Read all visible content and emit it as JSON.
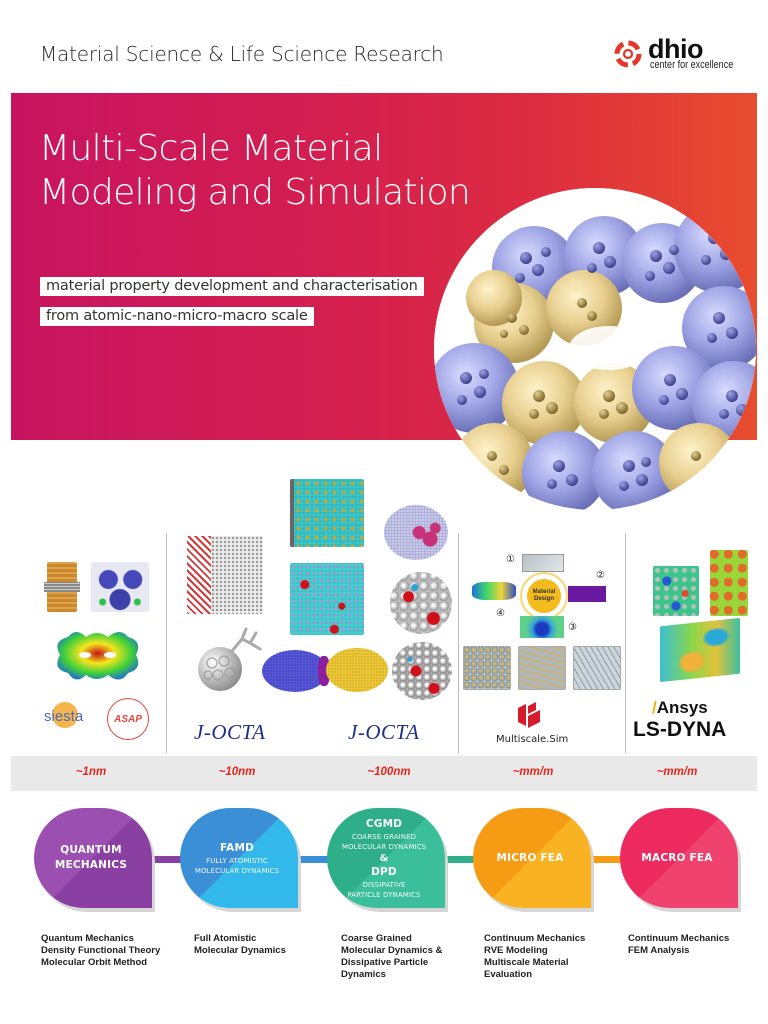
{
  "header": {
    "title": "Material Science & Life Science Research",
    "logo": {
      "wordmark": "dhio",
      "tagline": "center for excellence",
      "icon": "dhio-target-icon",
      "color": "#e8352a"
    }
  },
  "hero": {
    "title_line1": "Multi-Scale Material",
    "title_line2": "Modeling and Simulation",
    "tag1": "material property development and characterisation",
    "tag2": "from atomic-nano-micro-macro scale",
    "gradient": [
      "#c8145f",
      "#e84d2e"
    ],
    "image": "coarse-grained-molecular-spheres"
  },
  "tools": [
    {
      "scale": "quantum",
      "images": [
        "layered-crystal-structure",
        "electron-density-lattice",
        "molecular-orbital-surface"
      ],
      "logos": [
        "siesta",
        "ASAP"
      ]
    },
    {
      "scale": "atomistic",
      "images": [
        "interface-atomistic-model",
        "fullerene-molecule"
      ],
      "logos": [
        "J-OCTA"
      ]
    },
    {
      "scale": "mesoscale",
      "images": [
        "cgmd-cube-cyan",
        "dpd-cube-cyan",
        "polymer-cluster",
        "bead-sphere-1",
        "bead-sphere-2",
        "micelle-collision"
      ],
      "logos": [
        "J-OCTA"
      ]
    },
    {
      "scale": "micro",
      "images": [
        "material-design-cycle",
        "composite-rve-1",
        "composite-rve-2",
        "composite-rve-3"
      ],
      "cycle_center": "Material Design",
      "cycle_steps": [
        "①",
        "②",
        "③",
        "④"
      ],
      "logos": [
        "Multiscale.Sim"
      ]
    },
    {
      "scale": "macro",
      "images": [
        "fea-block-1",
        "fea-block-2",
        "fea-beam"
      ],
      "logos": [
        "Ansys",
        "LS-DYNA"
      ]
    }
  ],
  "scale_band": {
    "labels": [
      "~1nm",
      "~10nm",
      "~100nm",
      "~mm/m",
      "~mm/m"
    ],
    "color": "#e5241b"
  },
  "timeline": [
    {
      "title": "QUANTUM\nMECHANICS",
      "line1": "QUANTUM",
      "line2": "MECHANICS",
      "color_light": "#9b4fb0",
      "color_dark": "#8a3fa3"
    },
    {
      "title": "FAMD",
      "sub1": "FULLY ATOMISTIC",
      "sub2": "MOLECULAR DYNAMICS",
      "color_light": "#33b8ec",
      "color_dark": "#3a8fd6"
    },
    {
      "title": "CGMD",
      "sub1": "COARSE GRAINED",
      "sub2": "MOLECULAR DYNAMICS",
      "amp": "&",
      "title2": "DPD",
      "sub3": "DISSIPATIVE",
      "sub4": "PARTICLE DYNAMICS",
      "color_light": "#3bbf9a",
      "color_dark": "#2fae8a"
    },
    {
      "title": "MICRO FEA",
      "color_light": "#f9b322",
      "color_dark": "#f59c14"
    },
    {
      "title": "MACRO FEA",
      "color_light": "#f0426f",
      "color_dark": "#ec2a60"
    }
  ],
  "descriptions": [
    [
      "Quantum Mechanics",
      "Density Functional Theory",
      "Molecular Orbit Method"
    ],
    [
      "Full Atomistic",
      "Molecular Dynamics"
    ],
    [
      "Coarse Grained",
      "Molecular Dynamics &",
      "Dissipative Particle",
      "Dynamics"
    ],
    [
      "Continuum Mechanics",
      "RVE Modeling",
      "Multiscale Material",
      "Evaluation"
    ],
    [
      "Continuum Mechanics",
      "FEM Analysis"
    ]
  ]
}
